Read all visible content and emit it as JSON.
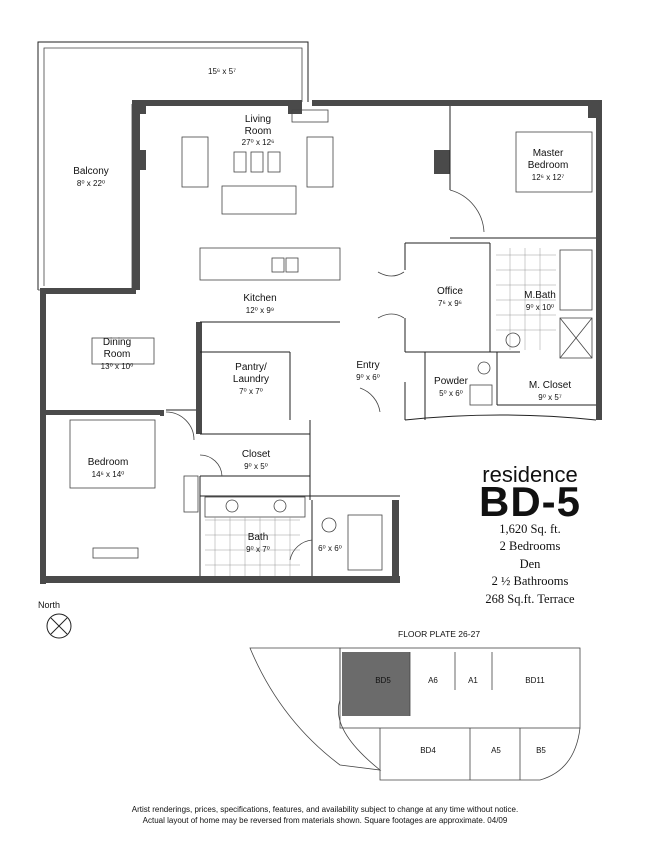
{
  "residence": {
    "prefix": "residence",
    "code": "BD-5",
    "specs": [
      "1,620 Sq. ft.",
      "2 Bedrooms",
      "Den",
      "2 ½ Bathrooms",
      "268 Sq.ft. Terrace"
    ]
  },
  "rooms": {
    "terrace_dim": "15⁶ x 5⁷",
    "balcony": {
      "name": "Balcony",
      "dim": "8⁰ x 22⁰"
    },
    "living": {
      "name_1": "Living",
      "name_2": "Room",
      "dim": "27⁰ x 12⁶"
    },
    "master_bedroom": {
      "name_1": "Master",
      "name_2": "Bedroom",
      "dim": "12⁶ x 12⁷"
    },
    "office": {
      "name": "Office",
      "dim": "7⁶ x 9⁶"
    },
    "mbath": {
      "name": "M.Bath",
      "dim": "9⁰ x 10⁰"
    },
    "kitchen": {
      "name": "Kitchen",
      "dim": "12⁰ x 9⁹"
    },
    "dining": {
      "name_1": "Dining",
      "name_2": "Room",
      "dim": "13⁰ x 10⁰"
    },
    "pantry": {
      "name_1": "Pantry/",
      "name_2": "Laundry",
      "dim": "7⁰ x 7⁰"
    },
    "entry": {
      "name": "Entry",
      "dim": "9⁰ x 6⁰"
    },
    "powder": {
      "name": "Powder",
      "dim": "5⁰ x 6⁰"
    },
    "mcloset": {
      "name": "M. Closet",
      "dim": "9⁰ x 5⁷"
    },
    "bedroom": {
      "name": "Bedroom",
      "dim": "14⁶ x 14⁰"
    },
    "closet": {
      "name": "Closet",
      "dim": "9⁰ x 5⁰"
    },
    "bath": {
      "name": "Bath",
      "dim": "9⁰ x 7⁰"
    },
    "tub_room_dim": "6⁰ x 6⁰"
  },
  "compass": {
    "label": "North"
  },
  "floor_plate": {
    "title": "FLOOR PLATE 26-27",
    "units": [
      "BD5",
      "A6",
      "A1",
      "BD11",
      "BD4",
      "A5",
      "B5"
    ],
    "highlight": "BD5",
    "highlight_color": "#6b6b6b"
  },
  "footer": {
    "line1": "Artist renderings, prices, specifications, features, and availability subject to change at any time without notice.",
    "line2": "Actual layout of home may be reversed from materials shown.  Square footages are approximate. 04/09"
  }
}
